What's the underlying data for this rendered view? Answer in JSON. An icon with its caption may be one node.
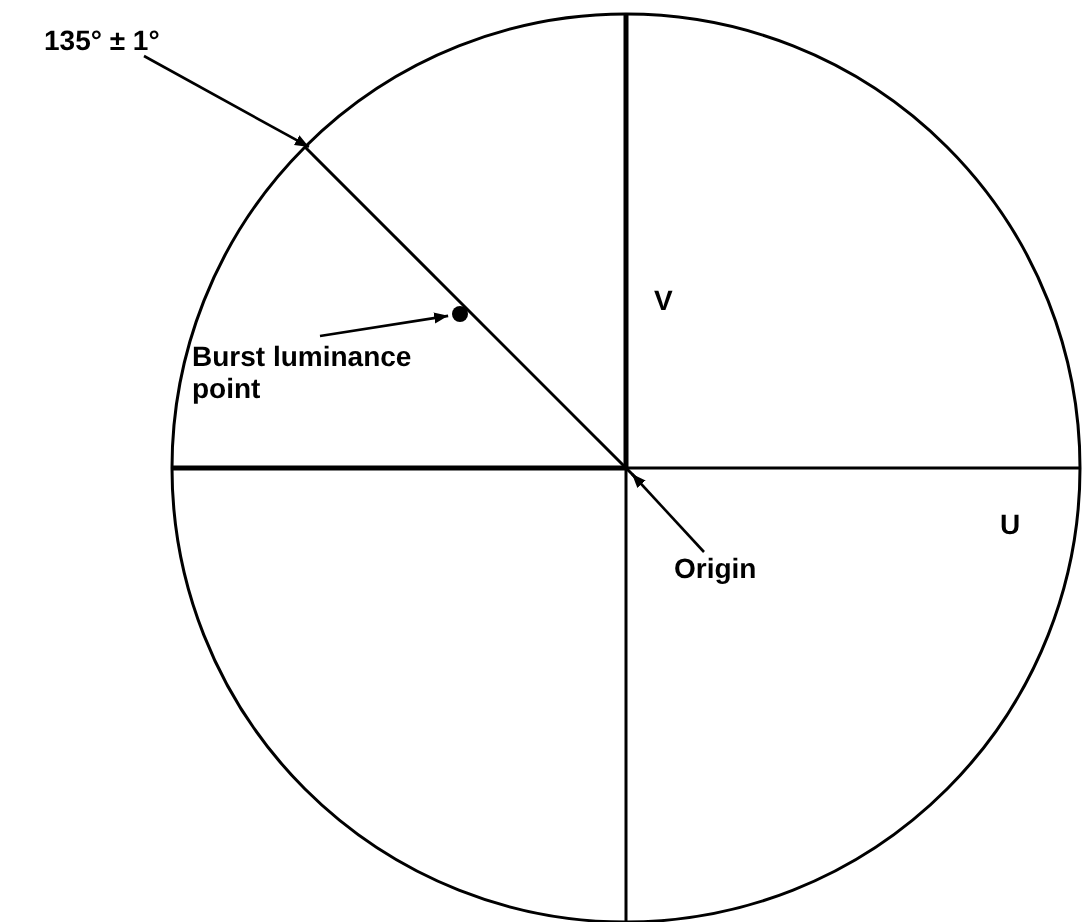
{
  "diagram": {
    "nodes": [
      {
        "text": [
          "135° ± 1°"
        ]
      },
      {
        "text": [
          "Burst luminance point"
        ]
      },
      {
        "text": [
          "Origin"
        ]
      },
      {
        "text": [],
        "shape": "circle"
      }
    ],
    "edges": [
      {
        "from": 0,
        "to": null,
        "arrow": "to"
      },
      {
        "from": 1,
        "to": 3,
        "arrow": "to"
      },
      {
        "from": 2,
        "to": null,
        "arrow": "to"
      }
    ],
    "labels": [
      "V",
      "U"
    ]
  }
}
